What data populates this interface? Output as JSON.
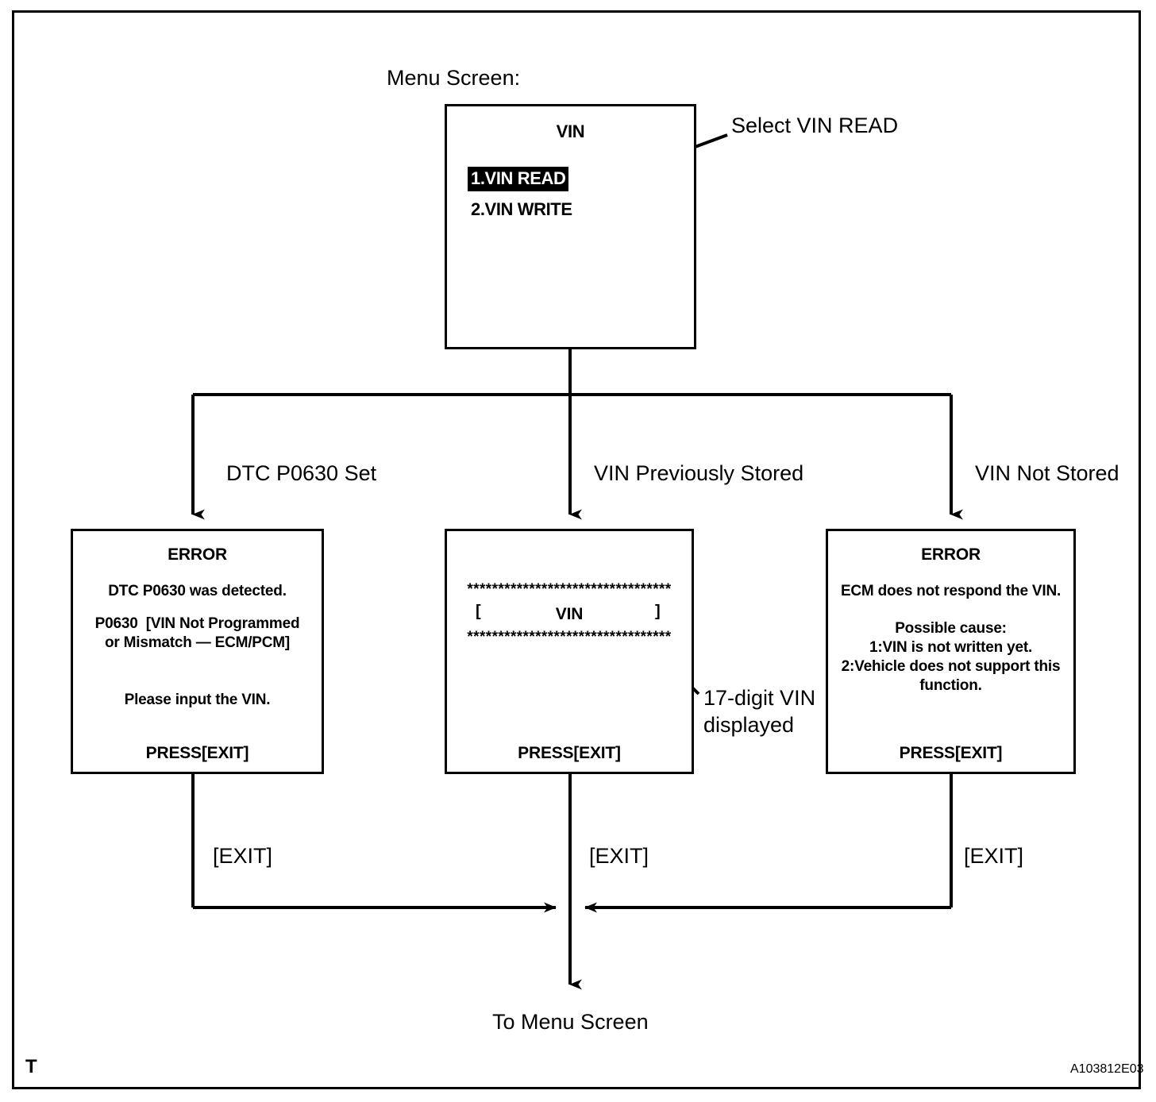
{
  "diagram": {
    "title_label": "Menu Screen:",
    "figure_code": "A103812E03",
    "page_marker": "T",
    "bottom_label": "To Menu Screen"
  },
  "menu_screen": {
    "name": "VIN",
    "header": "VIN",
    "items": [
      {
        "label": "1.VIN READ",
        "selected": true
      },
      {
        "label": "2.VIN WRITE",
        "selected": false
      }
    ],
    "annotation": "Select VIN READ"
  },
  "branches": [
    {
      "label": "DTC P0630 Set"
    },
    {
      "label": "VIN Previously Stored"
    },
    {
      "label": "VIN Not Stored"
    }
  ],
  "exit_labels": [
    "[EXIT]",
    "[EXIT]",
    "[EXIT]"
  ],
  "screens": {
    "dtc_error": {
      "title": "ERROR",
      "line1": "DTC P0630 was detected.",
      "line2": "P0630  [VIN Not Programmed",
      "line3": "or Mismatch — ECM/PCM]",
      "line4": "Please input the VIN.",
      "footer": "PRESS[EXIT]"
    },
    "vin_display": {
      "stars_top": "*********************************",
      "bracket_open": "[",
      "vin_text": "VIN",
      "bracket_close": "]",
      "stars_bottom": "*********************************",
      "footer": "PRESS[EXIT]",
      "annotation_line1": "17-digit VIN",
      "annotation_line2": "displayed"
    },
    "no_response_error": {
      "title": "ERROR",
      "line1": "ECM does not respond the VIN.",
      "line2": "Possible cause:",
      "line3": "1:VIN is not written yet.",
      "line4": "2:Vehicle does not support this",
      "line5": "function.",
      "footer": "PRESS[EXIT]"
    }
  },
  "colors": {
    "stroke": "#000000",
    "background": "#ffffff",
    "highlight_bg": "#000000",
    "highlight_fg": "#ffffff"
  }
}
